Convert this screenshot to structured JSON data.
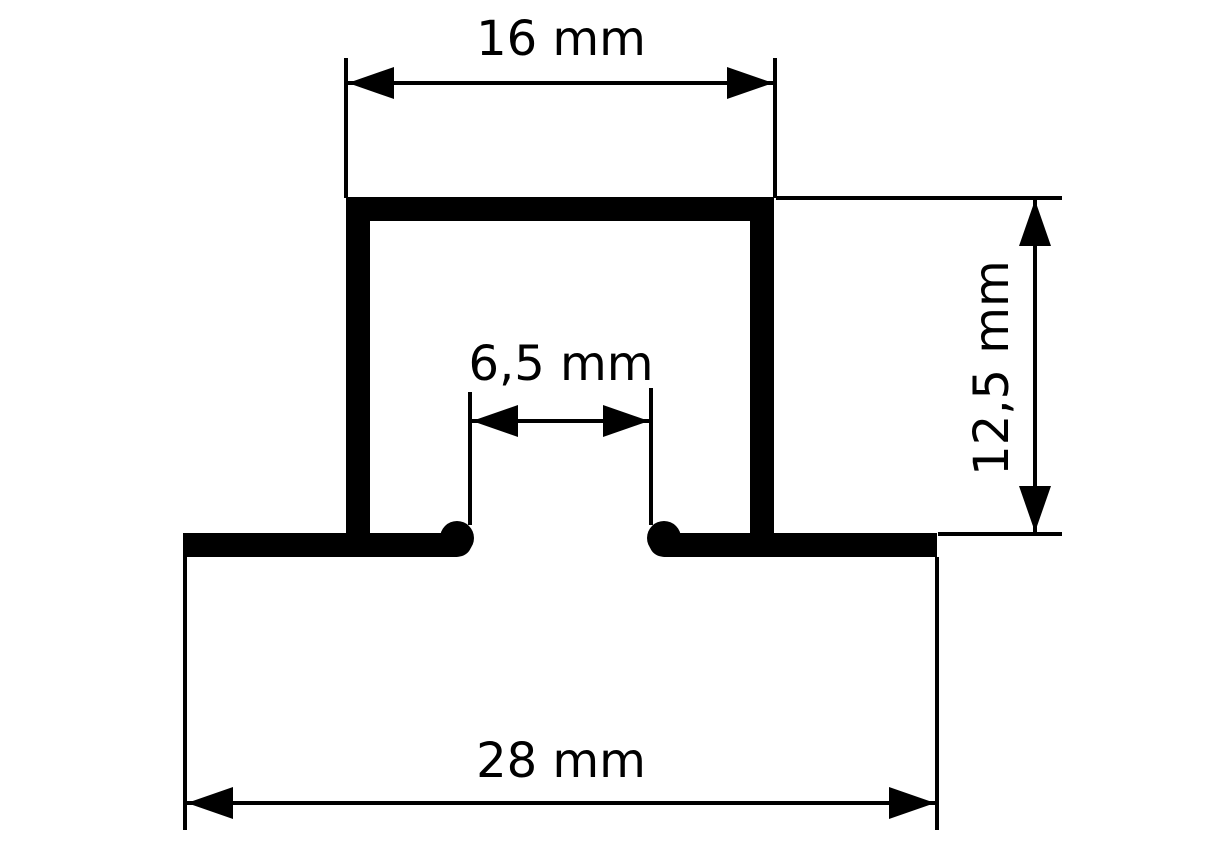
{
  "diagram": {
    "dimensions": {
      "top_width": "16 mm",
      "slot_width": "6,5 mm",
      "height": "12,5 mm",
      "bottom_width": "28 mm"
    },
    "colors": {
      "stroke": "#000000",
      "background": "#ffffff"
    }
  }
}
